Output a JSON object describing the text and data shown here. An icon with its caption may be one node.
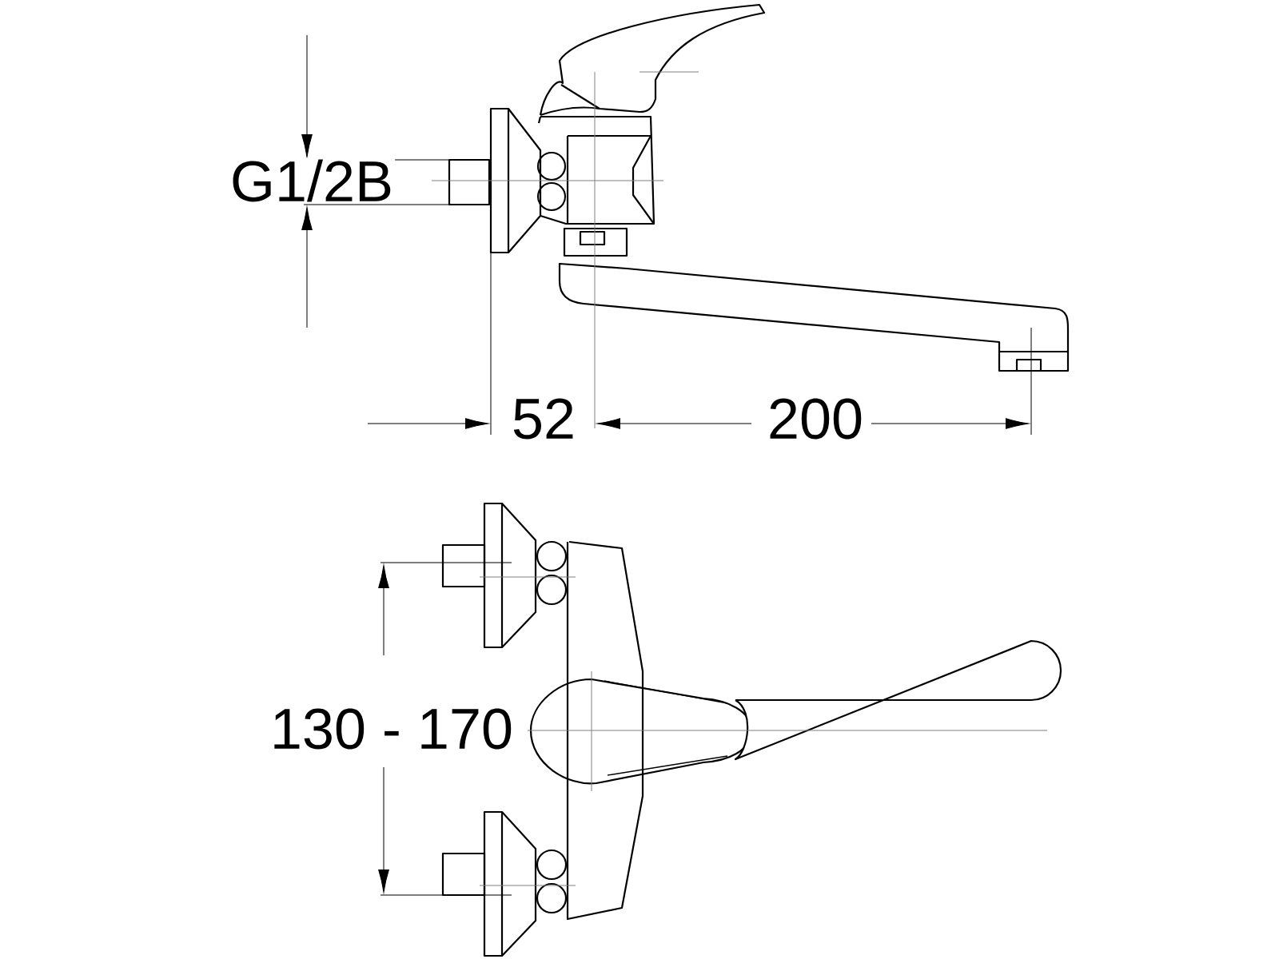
{
  "diagram": {
    "labels": [
      "G1/2B",
      "52",
      "200",
      "130 - 170"
    ]
  }
}
